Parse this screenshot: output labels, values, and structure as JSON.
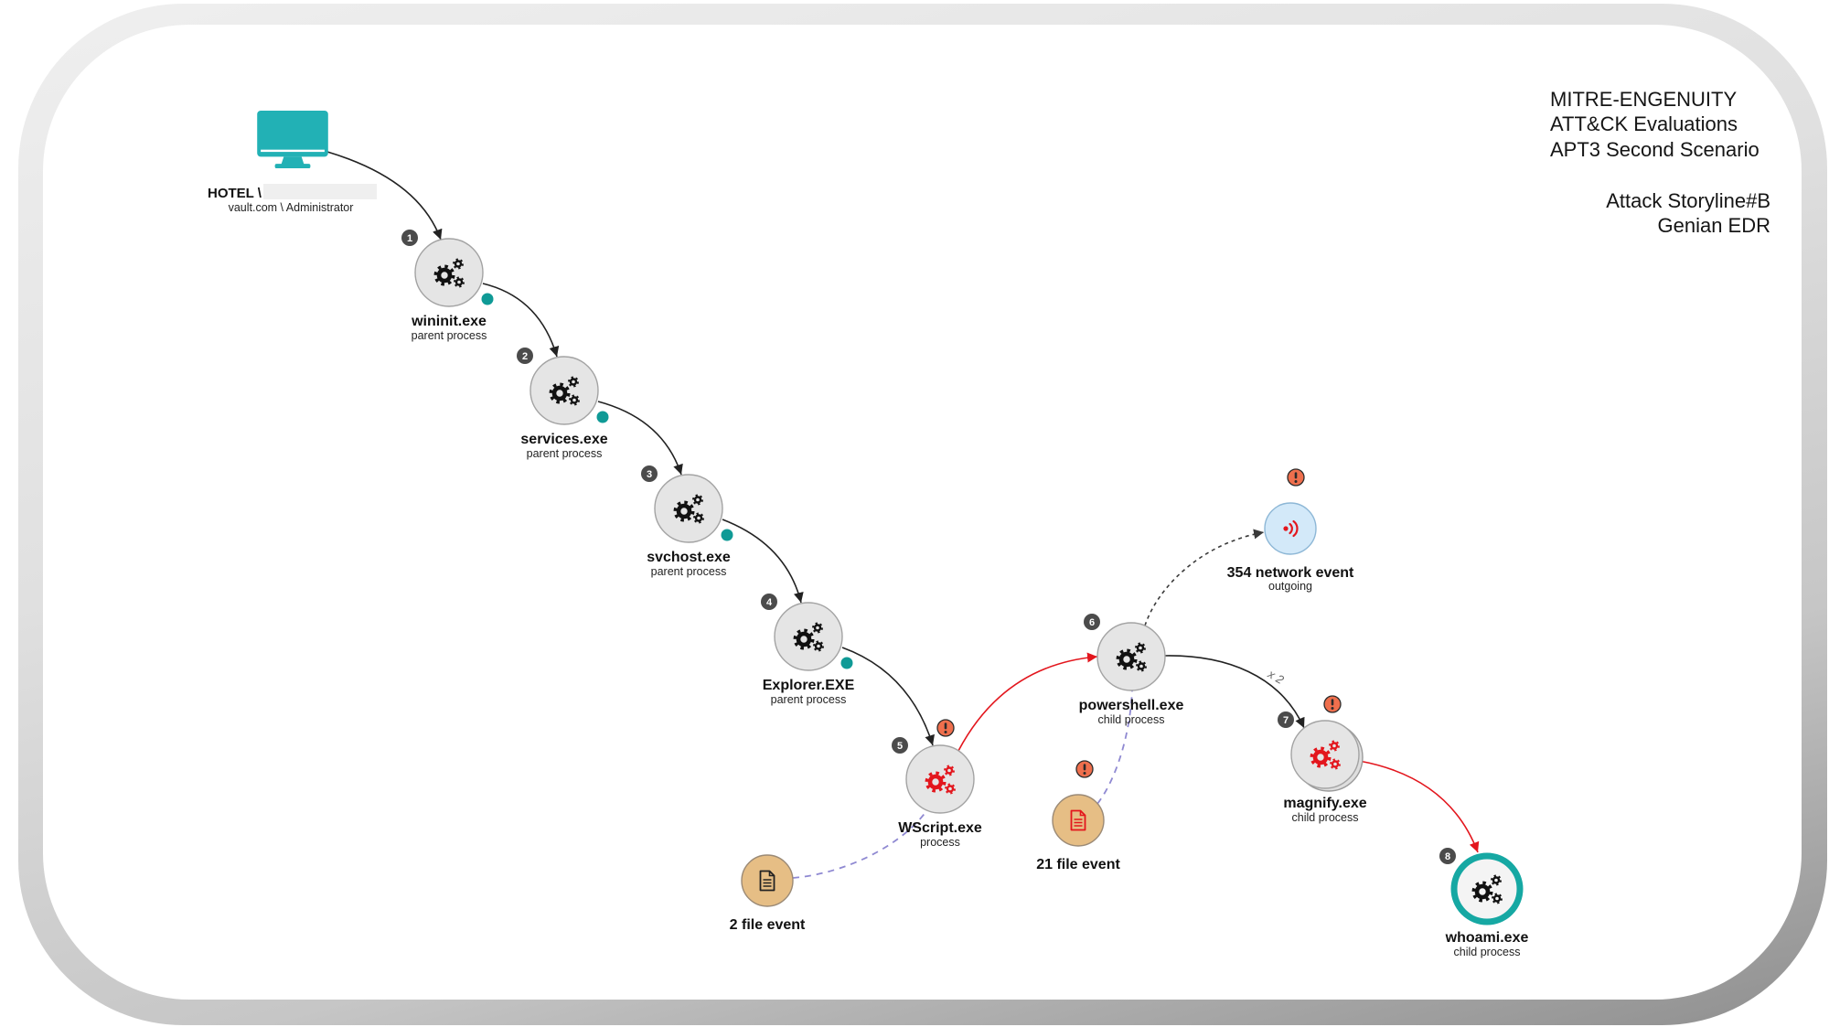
{
  "header": {
    "lines": [
      "MITRE-ENGENUITY",
      "ATT&CK Evaluations",
      "APT3 Second Scenario"
    ],
    "storyline": "Attack Storyline#B",
    "product": "Genian EDR"
  },
  "host": {
    "name": "HOTEL \\",
    "account": "vault.com \\ Administrator",
    "icon": "monitor-icon"
  },
  "processes": [
    {
      "step": "1",
      "name": "wininit.exe",
      "role": "parent process",
      "icon": "cogs-icon",
      "status_dot": true,
      "alert": false
    },
    {
      "step": "2",
      "name": "services.exe",
      "role": "parent process",
      "icon": "cogs-icon",
      "status_dot": true,
      "alert": false
    },
    {
      "step": "3",
      "name": "svchost.exe",
      "role": "parent process",
      "icon": "cogs-icon",
      "status_dot": true,
      "alert": false
    },
    {
      "step": "4",
      "name": "Explorer.EXE",
      "role": "parent process",
      "icon": "cogs-icon",
      "status_dot": true,
      "alert": false
    },
    {
      "step": "5",
      "name": "WScript.exe",
      "role": "process",
      "icon": "cogs-icon",
      "status_dot": false,
      "alert": true
    },
    {
      "step": "6",
      "name": "powershell.exe",
      "role": "child process",
      "icon": "cogs-icon",
      "status_dot": false,
      "alert": false
    },
    {
      "step": "7",
      "name": "magnify.exe",
      "role": "child process",
      "icon": "cogs-icon",
      "status_dot": false,
      "alert": true
    },
    {
      "step": "8",
      "name": "whoami.exe",
      "role": "child process",
      "icon": "cogs-icon",
      "status_dot": false,
      "alert": false
    }
  ],
  "network_event": {
    "label": "354 network event",
    "direction": "outgoing",
    "icon": "network-signal-icon",
    "alert": true
  },
  "file_events": [
    {
      "label": "2 file event",
      "icon": "document-icon",
      "alert": false
    },
    {
      "label": "21 file event",
      "icon": "document-icon",
      "alert": true
    }
  ],
  "edge_labels": {
    "powershell_to_magnify": "x 2"
  },
  "colors": {
    "monitor": "#22b1b5",
    "status_dot": "#0f9a96",
    "selected_ring": "#16a8a3",
    "alert": "#ef6f4d",
    "malicious": "#e3161d",
    "node_fill": "#e5e5e5",
    "network_fill": "#d3e9f9",
    "file_fill": "#e6be85",
    "badge": "#4b4b4b",
    "file_link": "#8f89d2",
    "edge": "#222222"
  }
}
